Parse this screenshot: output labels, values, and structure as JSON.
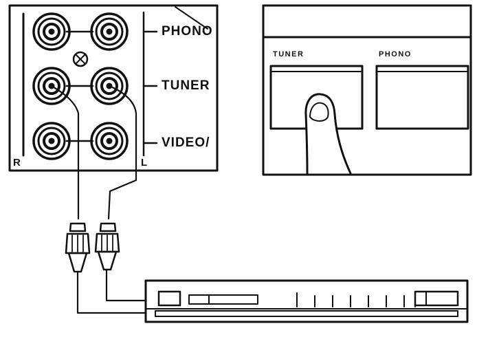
{
  "jack_panel": {
    "inputs": [
      "PHONO",
      "TUNER",
      "VIDEO/"
    ],
    "channel_left": "R",
    "channel_right": "L"
  },
  "selector_panel": {
    "buttons": [
      "TUNER",
      "PHONO"
    ]
  }
}
